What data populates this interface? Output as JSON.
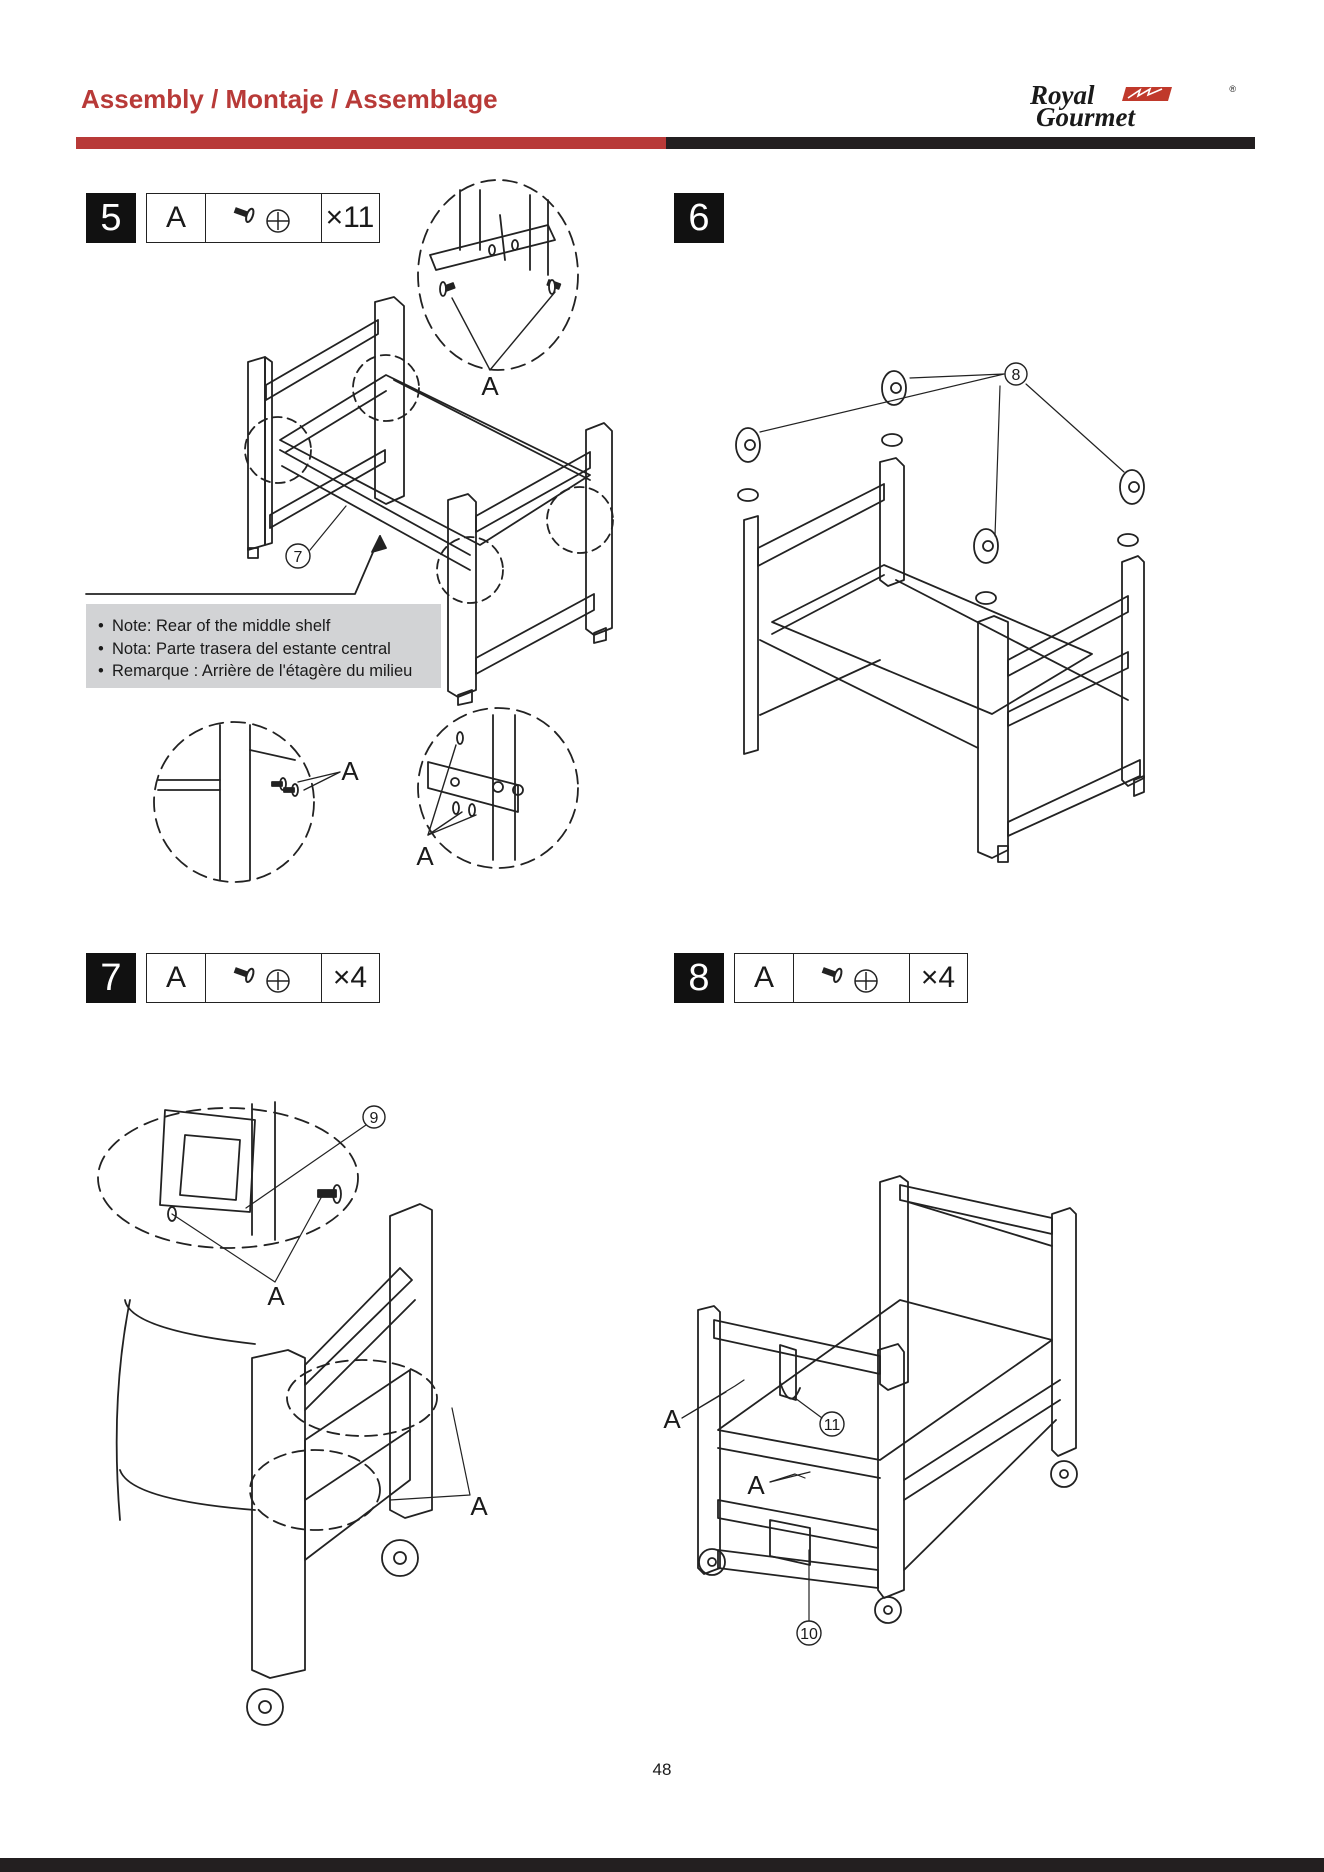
{
  "header": {
    "title": "Assembly / Montaje / Assemblage",
    "logo_line1": "Royal",
    "logo_line2": "Gourmet",
    "logo_registered": "®",
    "colors": {
      "accent": "#b83a38",
      "dark": "#231f20"
    }
  },
  "steps": [
    {
      "number": "5",
      "hardware": {
        "letter": "A",
        "quantity": "×11",
        "icon": "bolt-screw-icon"
      }
    },
    {
      "number": "6"
    },
    {
      "number": "7",
      "hardware": {
        "letter": "A",
        "quantity": "×4",
        "icon": "bolt-screw-icon"
      }
    },
    {
      "number": "8",
      "hardware": {
        "letter": "A",
        "quantity": "×4",
        "icon": "bolt-screw-icon"
      }
    }
  ],
  "note": {
    "lines": [
      "Note: Rear of the middle shelf",
      "Nota: Parte trasera del estante central",
      "Remarque : Arrière de l'étagère du milieu"
    ]
  },
  "callouts": {
    "fastener": "A",
    "part_7": "7",
    "part_8": "8",
    "part_9": "9",
    "part_10": "10",
    "part_11": "11"
  },
  "page_number": "48"
}
